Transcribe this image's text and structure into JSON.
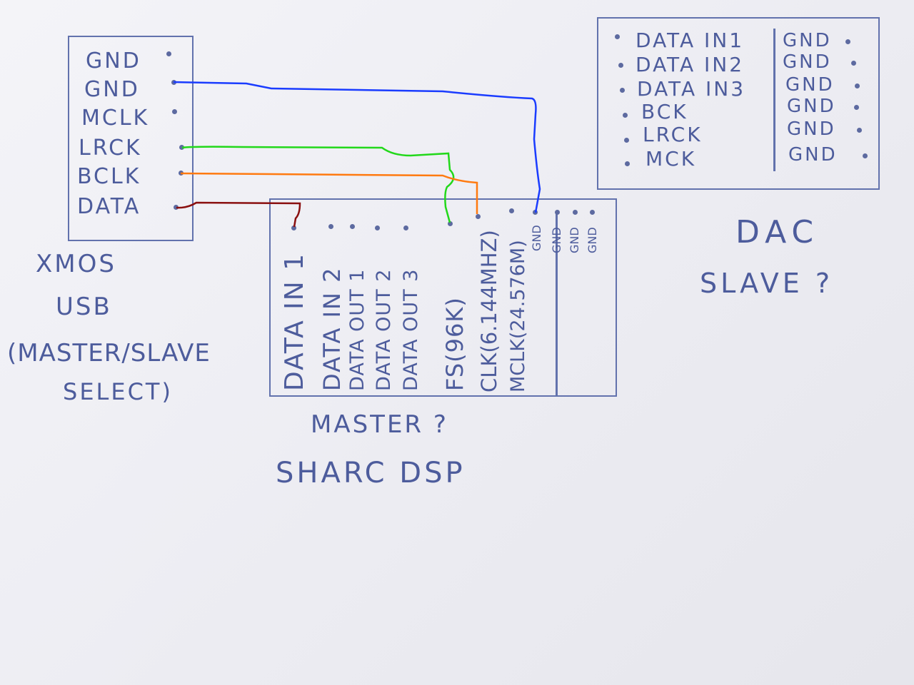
{
  "xmos": {
    "pins": [
      "GND",
      "GND",
      "MCLK",
      "LRCK",
      "BCLK",
      "DATA"
    ],
    "caption": [
      "XMOS",
      "USB",
      "(MASTER/SLAVE",
      "SELECT)"
    ]
  },
  "dsp": {
    "pins": [
      "DATA IN 1",
      "DATA IN 2",
      "DATA OUT 1",
      "DATA OUT 2",
      "DATA OUT 3",
      "FS(96K)",
      "CLK(6.144MHZ)",
      "MCLK(24.576M)",
      "GND"
    ],
    "gnd_pins": [
      "GND",
      "GND",
      "GND"
    ],
    "caption": [
      "MASTER ?",
      "SHARC DSP"
    ]
  },
  "dac": {
    "left_pins": [
      "DATA IN1",
      "DATA IN2",
      "DATA IN3",
      "BCK",
      "LRCK",
      "MCK"
    ],
    "right_pins": [
      "GND",
      "GND",
      "GND",
      "GND",
      "GND",
      "GND"
    ],
    "caption": [
      "DAC",
      "SLAVE ?"
    ]
  },
  "wires": [
    {
      "from": "xmos.GND",
      "to": "dsp.GND",
      "color": "#1a3cff"
    },
    {
      "from": "xmos.LRCK",
      "to": "dsp.FS(96K)",
      "color": "#22d81a"
    },
    {
      "from": "xmos.BCLK",
      "to": "dsp.CLK(6.144MHZ)",
      "color": "#ff7a10"
    },
    {
      "from": "xmos.DATA",
      "to": "dsp.DATA IN 1",
      "color": "#8a1010"
    }
  ]
}
